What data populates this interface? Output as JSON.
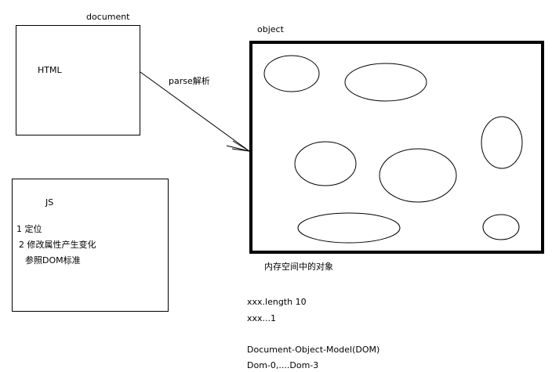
{
  "document_box": {
    "title": "document",
    "content": "HTML"
  },
  "arrow": {
    "label": "parse解析"
  },
  "object_box": {
    "title": "object",
    "caption": "内存空间中的对象"
  },
  "js_box": {
    "title": "JS",
    "items": [
      "1 定位",
      "2 修改属性产生变化",
      "参照DOM标准"
    ]
  },
  "notes": [
    "xxx.length 10",
    "xxx...1",
    "Document-Object-Model(DOM)",
    "Dom-0,....Dom-3"
  ],
  "colors": {
    "stroke": "#000000",
    "background": "#ffffff"
  }
}
